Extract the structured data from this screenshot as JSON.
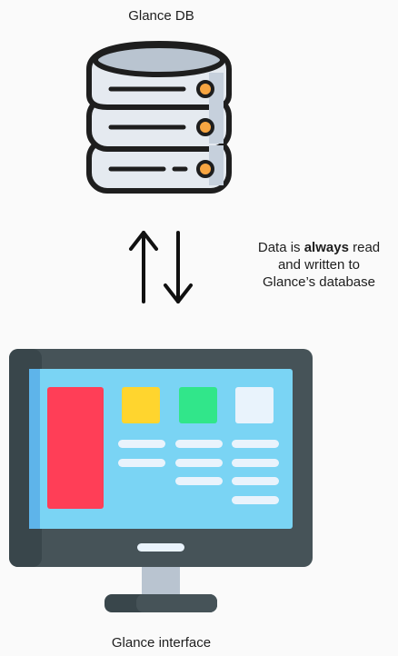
{
  "database": {
    "title": "Glance DB",
    "icon": "database-server-icon",
    "colors": {
      "body": "#e5eaf0",
      "shade": "#c6d0dc",
      "top": "#b9c4d0",
      "outline": "#1e1e1e",
      "led": "#f7a541"
    }
  },
  "connector": {
    "icon": "bidirectional-arrows-icon",
    "note_prefix": "Data is ",
    "note_bold": "always",
    "note_suffix_line1": " read",
    "note_line2": "and written to",
    "note_line3": "Glance’s database"
  },
  "interface": {
    "title": "Glance interface",
    "icon": "desktop-monitor-icon",
    "colors": {
      "bezel": "#465358",
      "bezel_dark": "#39464b",
      "screen": "#7ad4f4",
      "screen_edge": "#5eb4ea",
      "sidebar_block": "#ff3e57",
      "yellow_tile": "#ffd52e",
      "green_tile": "#31e68a",
      "white_tile": "#e9f3fc",
      "text_lines": "#e9f3fc",
      "stand": "#b9c4d0"
    }
  }
}
